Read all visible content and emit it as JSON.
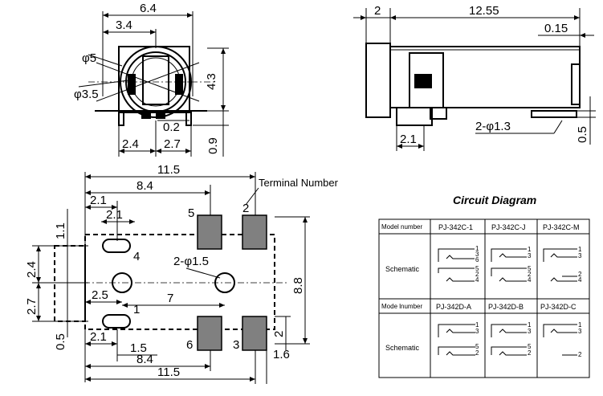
{
  "front_view": {
    "dim_width": "6.4",
    "dim_offset": "3.4",
    "dim_phi5": "φ5",
    "dim_phi35": "φ3.5",
    "dim_height": "4.3",
    "dim_02": "0.2",
    "dim_09": "0.9",
    "dim_24": "2.4",
    "dim_27": "2.7"
  },
  "side_view": {
    "dim_2": "2",
    "dim_length": "12.55",
    "dim_015": "0.15",
    "dim_21": "2.1",
    "dim_pins": "2-φ1.3",
    "dim_05": "0.5"
  },
  "footprint": {
    "terminal_label": "Terminal Number",
    "dim_total": "11.5",
    "dim_84": "8.4",
    "dim_21": "2.1",
    "dim_21b": "2.1",
    "dim_11": "1.1",
    "dim_24": "2.4",
    "dim_27": "2.7",
    "dim_05": "0.5",
    "dim_25": "2.5",
    "dim_7": "7",
    "dim_holes": "2-φ1.5",
    "dim_88": "8.8",
    "dim_2": "2",
    "dim_16": "1.6",
    "dim_21c": "2.1",
    "dim_15": "1.5",
    "dim_84b": "8.4",
    "dim_115b": "11.5",
    "pins": [
      "5",
      "2",
      "4",
      "1",
      "6",
      "3"
    ]
  },
  "circuit": {
    "title": "Circuit Diagram",
    "header1": [
      "Model number",
      "PJ-342C-1",
      "PJ-342C-J",
      "PJ-342C-M"
    ],
    "row1_label": "Schematic",
    "header2": [
      "Mode lnumber",
      "PJ-342D-A",
      "PJ-342D-B",
      "PJ-342D-C"
    ],
    "row2_label": "Schematic",
    "terms_a": [
      "1",
      "3",
      "6",
      "5",
      "2",
      "4"
    ],
    "terms_b": [
      "1",
      "3",
      "5",
      "2",
      "4"
    ],
    "terms_c": [
      "1",
      "3",
      "2",
      "4"
    ],
    "terms_d": [
      "1",
      "3",
      "5",
      "2"
    ],
    "terms_e": [
      "1",
      "3",
      "5",
      "2"
    ],
    "terms_f": [
      "1",
      "3",
      "2"
    ]
  }
}
